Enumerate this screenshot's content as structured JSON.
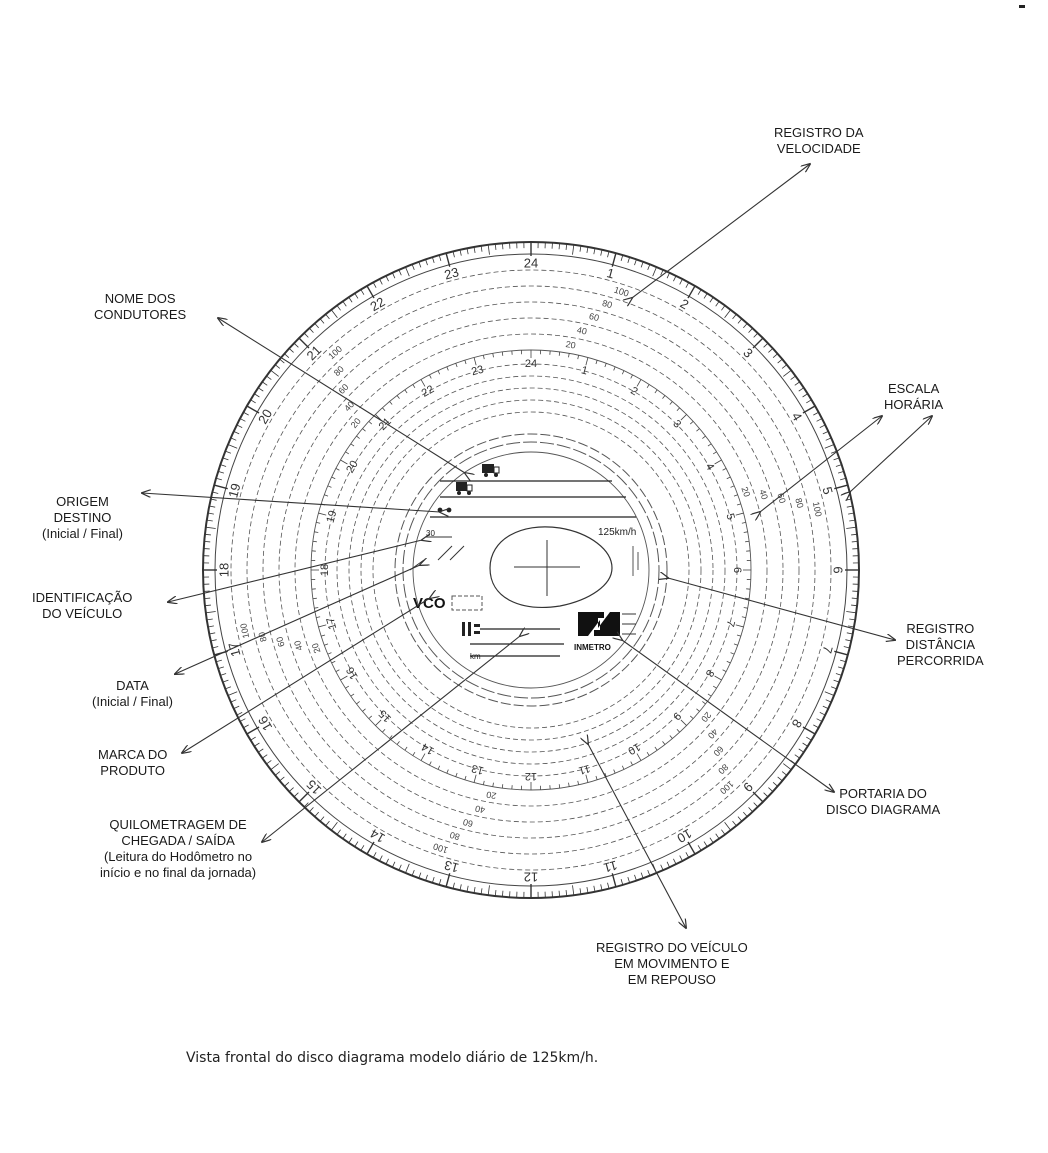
{
  "labels": {
    "registro_velocidade": [
      "REGISTRO DA",
      "VELOCIDADE"
    ],
    "nome_condutores": [
      "NOME DOS",
      "CONDUTORES"
    ],
    "escala_horaria": [
      "ESCALA",
      "HORÁRIA"
    ],
    "origem_destino": [
      "ORIGEM",
      "DESTINO",
      "(Inicial / Final)"
    ],
    "identificacao_veiculo": [
      "IDENTIFICAÇÃO",
      "DO VEÍCULO"
    ],
    "registro_distancia": [
      "REGISTRO",
      "DISTÂNCIA",
      "PERCORRIDA"
    ],
    "data": [
      "DATA",
      "(Inicial / Final)"
    ],
    "marca_produto": [
      "MARCA DO",
      "PRODUTO"
    ],
    "portaria_disco": [
      "PORTARIA DO",
      "DISCO DIAGRAMA"
    ],
    "quilometragem": [
      "QUILOMETRAGEM DE",
      "CHEGADA / SAÍDA",
      "(Leitura do Hodômetro no",
      "início e no final da jornada)"
    ],
    "registro_veiculo": [
      "REGISTRO DO VEÍCULO",
      "EM MOVIMENTO E",
      "EM REPOUSO"
    ]
  },
  "disc": {
    "hour_numbers": [
      "1",
      "2",
      "3",
      "4",
      "5",
      "6",
      "7",
      "8",
      "9",
      "10",
      "11",
      "12",
      "13",
      "14",
      "15",
      "16",
      "17",
      "18",
      "19",
      "20",
      "21",
      "22",
      "23",
      "24"
    ],
    "speed_numbers": [
      "20",
      "40",
      "60",
      "80",
      "100"
    ],
    "speed_label": "125km/h",
    "brand_text": "VCO",
    "inmetro_text": "INMETRO",
    "km_text": "km"
  },
  "caption": "Vista frontal do disco diagrama modelo diário de 125km/h."
}
